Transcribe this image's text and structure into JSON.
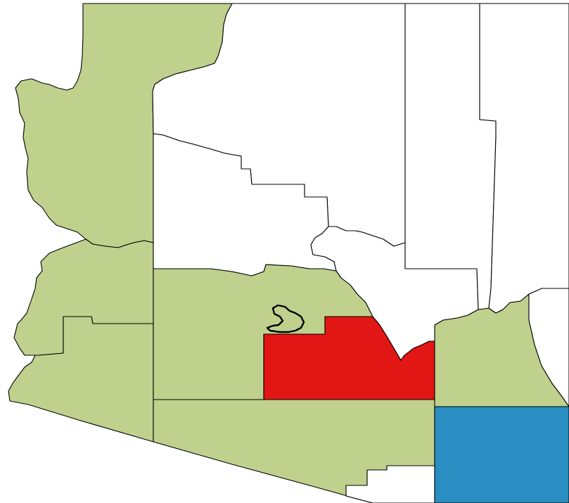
{
  "map": {
    "region": "Arizona",
    "colors": {
      "background": "#ffffff",
      "green": "#bfd18d",
      "red": "#e31616",
      "blue": "#2a8ec3",
      "white": "#ffffff",
      "border": "#000000"
    },
    "counties": [
      {
        "id": "mohave",
        "fill_key": "green"
      },
      {
        "id": "la-paz",
        "fill_key": "green"
      },
      {
        "id": "yuma",
        "fill_key": "green"
      },
      {
        "id": "maricopa",
        "fill_key": "green"
      },
      {
        "id": "pinal",
        "fill_key": "red"
      },
      {
        "id": "pima",
        "fill_key": "green"
      },
      {
        "id": "graham",
        "fill_key": "green"
      },
      {
        "id": "cochise",
        "fill_key": "blue"
      },
      {
        "id": "coconino",
        "fill_key": "white"
      },
      {
        "id": "yavapai",
        "fill_key": "white"
      },
      {
        "id": "gila",
        "fill_key": "white"
      },
      {
        "id": "navajo",
        "fill_key": "white"
      },
      {
        "id": "apache",
        "fill_key": "white"
      },
      {
        "id": "greenlee",
        "fill_key": "white"
      },
      {
        "id": "santa-cruz",
        "fill_key": "white"
      }
    ]
  }
}
